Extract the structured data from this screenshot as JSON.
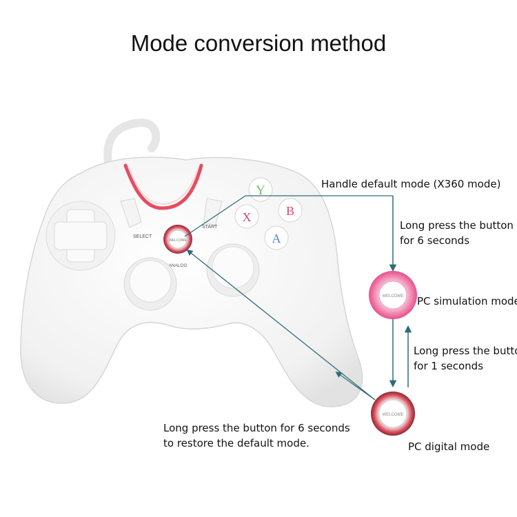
{
  "title": "Mode conversion method",
  "controller": {
    "select_label": "SELECT",
    "start_label": "START",
    "analog_label": "ANALOG",
    "buttons": [
      {
        "letter": "Y",
        "color": "#6fbf6a"
      },
      {
        "letter": "X",
        "color": "#d2477a"
      },
      {
        "letter": "B",
        "color": "#e0486a"
      },
      {
        "letter": "A",
        "color": "#4f86c6"
      }
    ],
    "mode_button_text": "WELCOME"
  },
  "annotations": {
    "default_mode": "Handle default mode (X360 mode)",
    "long_press_6_line1": "Long press the button",
    "long_press_6_line2": "for 6 seconds",
    "pc_simulation_mode": "PC simulation mode",
    "long_press_1_line1": "Long press the button",
    "long_press_1_line2": "for 1 seconds",
    "pc_digital_mode": "PC digital mode",
    "restore_line1": "Long press the button for 6 seconds",
    "restore_line2": "to restore the default mode."
  },
  "colors": {
    "arrow": "#2f6b7a",
    "accent_red": "#e23a4f",
    "pink_glow": "#f06fa5",
    "controller_body": "#f7f7f7"
  }
}
